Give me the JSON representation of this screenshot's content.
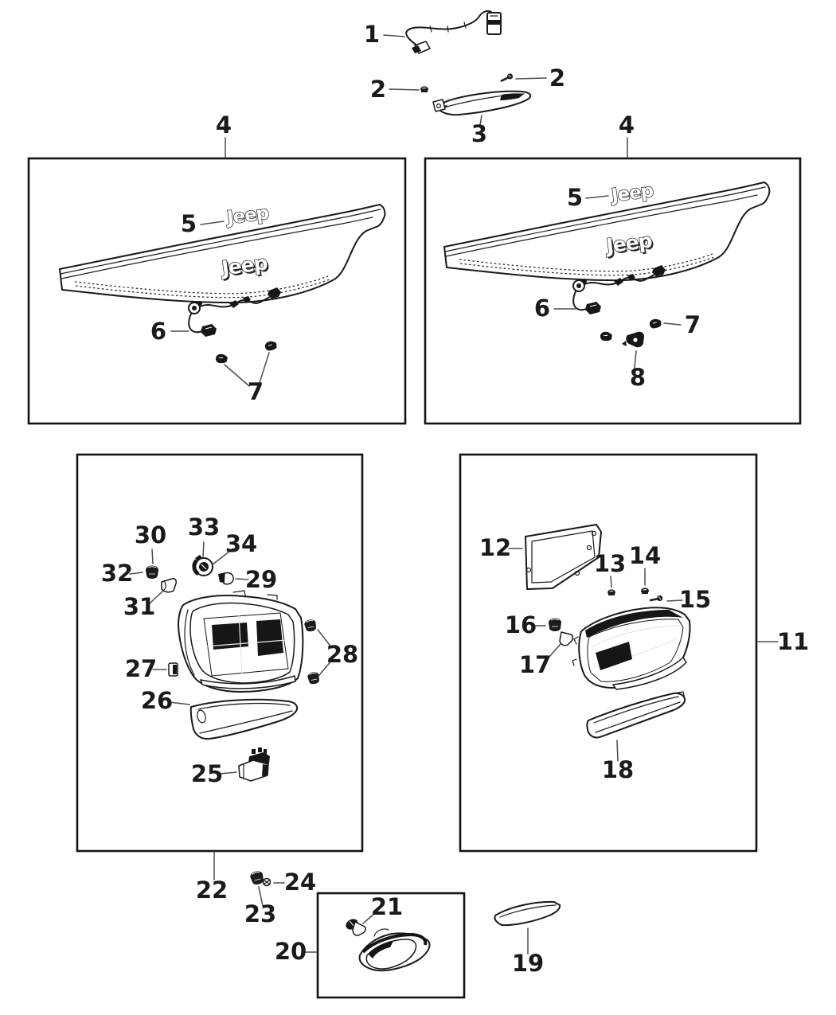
{
  "diagram": {
    "background_color": "#ffffff",
    "line_color": "#1a1a1a",
    "leader_color": "#4d4d4d",
    "emblem_text": "Jeep",
    "callouts": {
      "c1": "1",
      "c2a": "2",
      "c2b": "2",
      "c3": "3",
      "c4a": "4",
      "c4b": "4",
      "c5a": "5",
      "c5b": "5",
      "c6a": "6",
      "c6b": "6",
      "c7a": "7",
      "c7b": "7",
      "c8": "8",
      "c11": "11",
      "c12": "12",
      "c13": "13",
      "c14": "14",
      "c15": "15",
      "c16": "16",
      "c17": "17",
      "c18": "18",
      "c19": "19",
      "c20": "20",
      "c21": "21",
      "c22": "22",
      "c23": "23",
      "c24": "24",
      "c25": "25",
      "c26": "26",
      "c27": "27",
      "c28": "28",
      "c29": "29",
      "c30": "30",
      "c31": "31",
      "c32": "32",
      "c33": "33",
      "c34": "34"
    }
  }
}
